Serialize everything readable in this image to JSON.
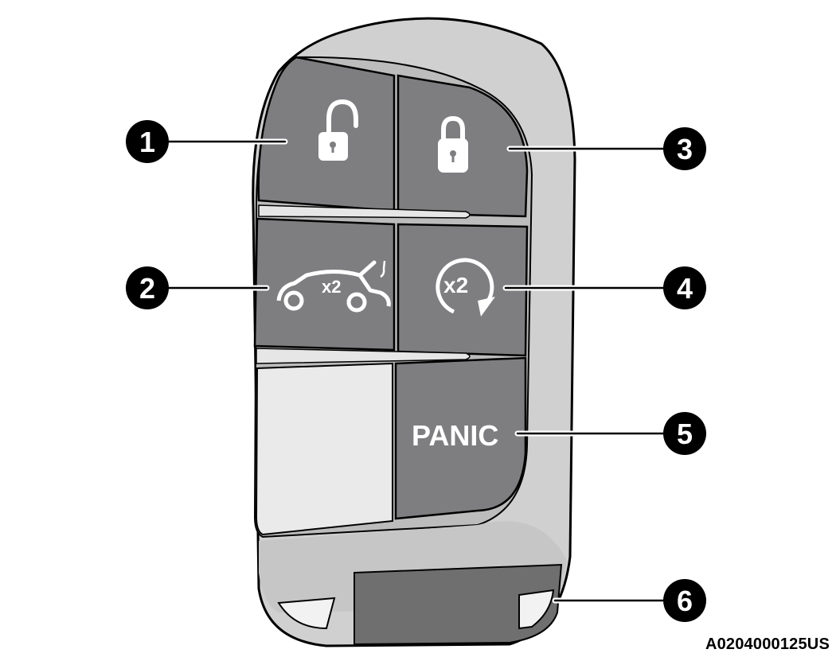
{
  "callouts": {
    "c1": "1",
    "c2": "2",
    "c3": "3",
    "c4": "4",
    "c5": "5",
    "c6": "6"
  },
  "buttons": {
    "remote_start_label": "x2",
    "trunk_label": "x2",
    "panic_label": "PANIC"
  },
  "icons": {
    "unlock": "unlock-padlock-icon",
    "lock": "lock-padlock-icon",
    "trunk": "car-trunk-release-icon",
    "remote_start": "remote-start-arrow-icon"
  },
  "figure_id": "A0204000125US",
  "colors": {
    "button_face": "#7e7e80",
    "fob_body": "#c8c8c8",
    "fob_outer": "#d4d4d4",
    "key_blade": "#6f6f6f",
    "callout_circle": "#000000"
  }
}
